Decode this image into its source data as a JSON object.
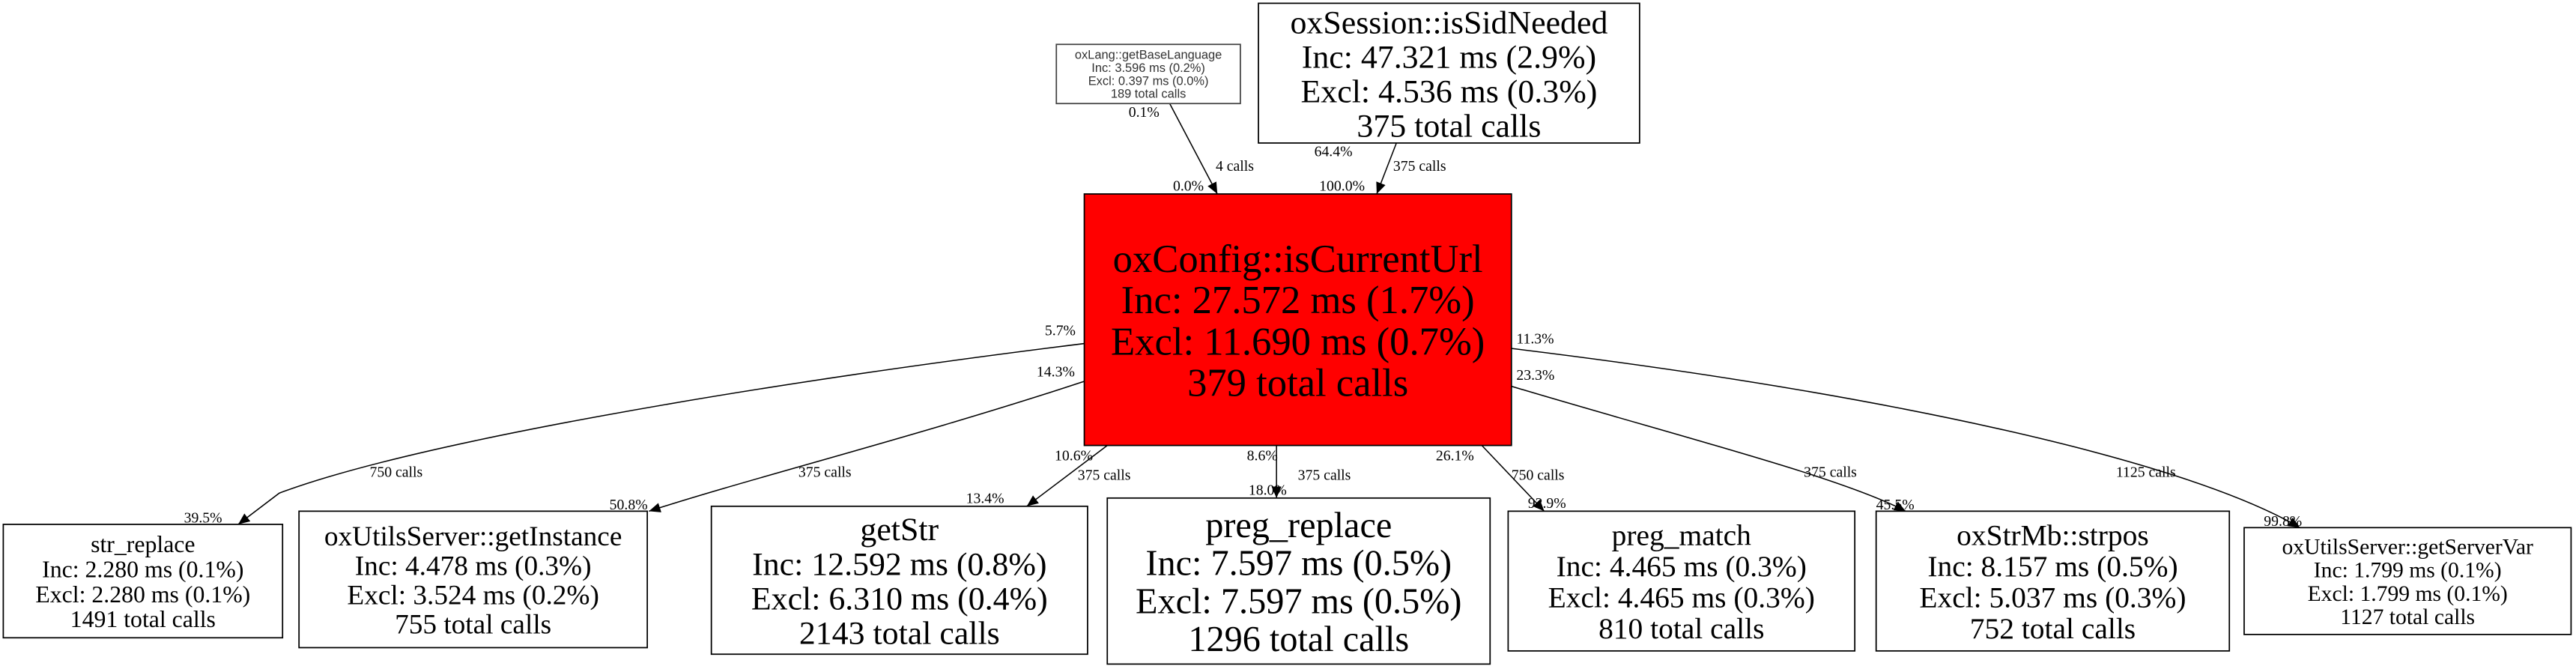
{
  "graph": {
    "highlight_color": "#ff0000",
    "nodes": [
      {
        "id": "getBaseLanguage",
        "lines": [
          "oxLang::getBaseLanguage",
          "Inc: 3.596 ms (0.2%)",
          "Excl: 0.397 ms (0.0%)",
          "189 total calls"
        ]
      },
      {
        "id": "isSidNeeded",
        "lines": [
          "oxSession::isSidNeeded",
          "Inc: 47.321 ms (2.9%)",
          "Excl: 4.536 ms (0.3%)",
          "375 total calls"
        ]
      },
      {
        "id": "isCurrentUrl",
        "lines": [
          "oxConfig::isCurrentUrl",
          "Inc: 27.572 ms (1.7%)",
          "Excl: 11.690 ms (0.7%)",
          "379 total calls"
        ],
        "highlighted": true
      },
      {
        "id": "str_replace",
        "lines": [
          "str_replace",
          "Inc: 2.280 ms (0.1%)",
          "Excl: 2.280 ms (0.1%)",
          "1491 total calls"
        ]
      },
      {
        "id": "getInstance",
        "lines": [
          "oxUtilsServer::getInstance",
          "Inc: 4.478 ms (0.3%)",
          "Excl: 3.524 ms (0.2%)",
          "755 total calls"
        ]
      },
      {
        "id": "getStr",
        "lines": [
          "getStr",
          "Inc: 12.592 ms (0.8%)",
          "Excl: 6.310 ms (0.4%)",
          "2143 total calls"
        ]
      },
      {
        "id": "preg_replace",
        "lines": [
          "preg_replace",
          "Inc: 7.597 ms (0.5%)",
          "Excl: 7.597 ms (0.5%)",
          "1296 total calls"
        ]
      },
      {
        "id": "preg_match",
        "lines": [
          "preg_match",
          "Inc: 4.465 ms (0.3%)",
          "Excl: 4.465 ms (0.3%)",
          "810 total calls"
        ]
      },
      {
        "id": "strpos",
        "lines": [
          "oxStrMb::strpos",
          "Inc: 8.157 ms (0.5%)",
          "Excl: 5.037 ms (0.3%)",
          "752 total calls"
        ]
      },
      {
        "id": "getServerVar",
        "lines": [
          "oxUtilsServer::getServerVar",
          "Inc: 1.799 ms (0.1%)",
          "Excl: 1.799 ms (0.1%)",
          "1127 total calls"
        ]
      }
    ],
    "edges": [
      {
        "from": "getBaseLanguage",
        "to": "isCurrentUrl",
        "src_pct": "0.1%",
        "calls": "4 calls",
        "dst_pct": "0.0%"
      },
      {
        "from": "isSidNeeded",
        "to": "isCurrentUrl",
        "src_pct": "64.4%",
        "calls": "375 calls",
        "dst_pct": "100.0%"
      },
      {
        "from": "isCurrentUrl",
        "to": "str_replace",
        "src_pct": "5.7%",
        "calls": "750 calls",
        "dst_pct": "39.5%"
      },
      {
        "from": "isCurrentUrl",
        "to": "getInstance",
        "src_pct": "14.3%",
        "calls": "375 calls",
        "dst_pct": "50.8%"
      },
      {
        "from": "isCurrentUrl",
        "to": "getStr",
        "src_pct": "10.6%",
        "calls": "375 calls",
        "dst_pct": "13.4%"
      },
      {
        "from": "isCurrentUrl",
        "to": "preg_replace",
        "src_pct": "8.6%",
        "calls": "375 calls",
        "dst_pct": "18.0%"
      },
      {
        "from": "isCurrentUrl",
        "to": "preg_match",
        "src_pct": "26.1%",
        "calls": "750 calls",
        "dst_pct": "92.9%"
      },
      {
        "from": "isCurrentUrl",
        "to": "strpos",
        "src_pct": "23.3%",
        "calls": "375 calls",
        "dst_pct": "45.5%"
      },
      {
        "from": "isCurrentUrl",
        "to": "getServerVar",
        "src_pct": "11.3%",
        "calls": "1125 calls",
        "dst_pct": "99.8%"
      }
    ]
  }
}
